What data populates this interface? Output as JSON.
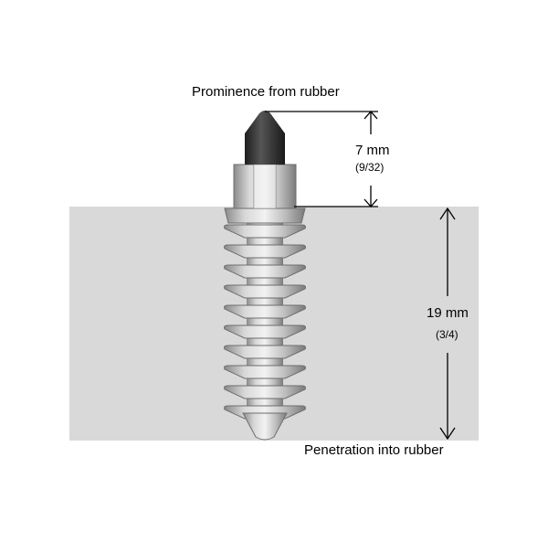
{
  "labels": {
    "prominence": "Prominence from rubber",
    "penetration": "Penetration into rubber",
    "upper_mm": "7 mm",
    "upper_in": "(9/32)",
    "lower_mm": "19 mm",
    "lower_in": "(3/4)"
  },
  "colors": {
    "rubber": "#d9d9d9",
    "tip": "#2e2e2e",
    "steel_light": "#e6e6e6",
    "steel_mid": "#b8b8b8",
    "steel_dark": "#7a7a7a",
    "lines": "#000000"
  }
}
